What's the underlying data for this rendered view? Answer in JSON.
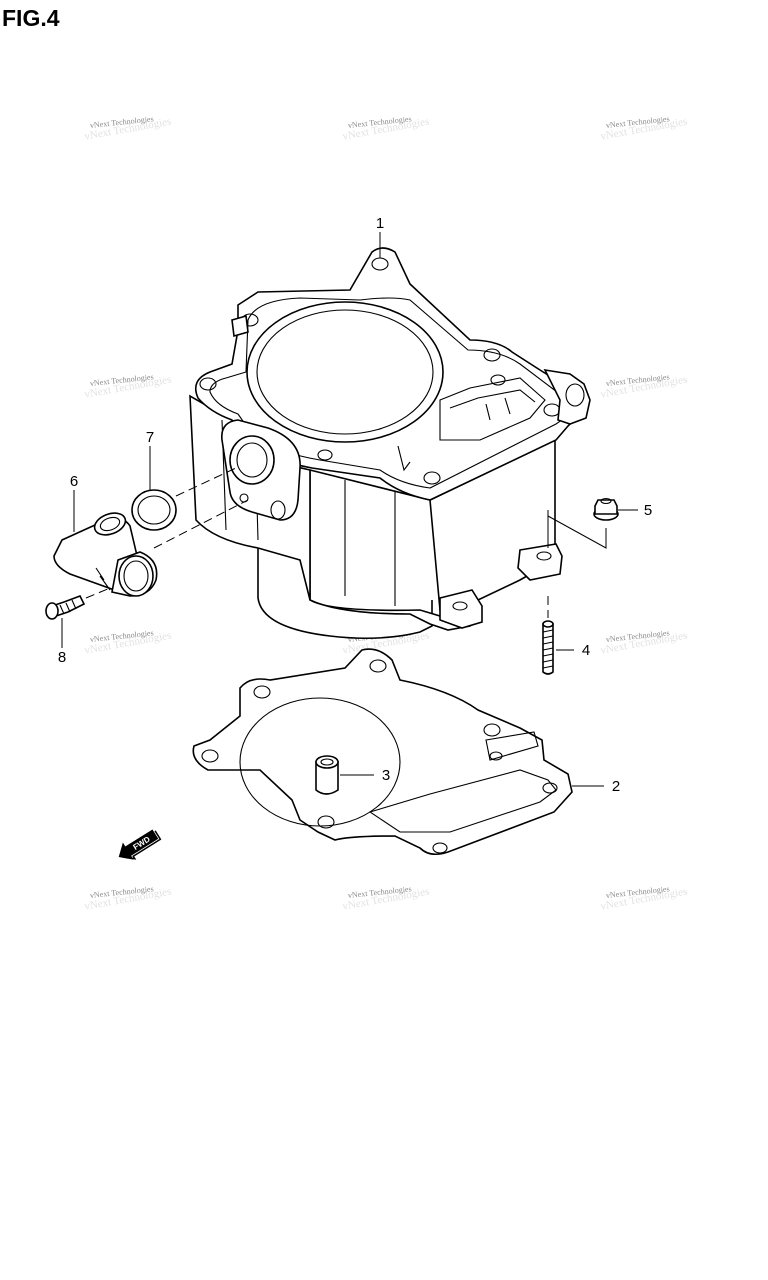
{
  "figure": {
    "title": "FIG.4",
    "forward_label": "FWD"
  },
  "watermark": {
    "text": "vNext Technologies"
  },
  "callouts": [
    {
      "number": "1"
    },
    {
      "number": "2"
    },
    {
      "number": "3"
    },
    {
      "number": "4"
    },
    {
      "number": "5"
    },
    {
      "number": "6"
    },
    {
      "number": "7"
    },
    {
      "number": "8"
    }
  ],
  "colors": {
    "line": "#000000",
    "background": "#ffffff",
    "watermark": "#8a8a8a"
  }
}
